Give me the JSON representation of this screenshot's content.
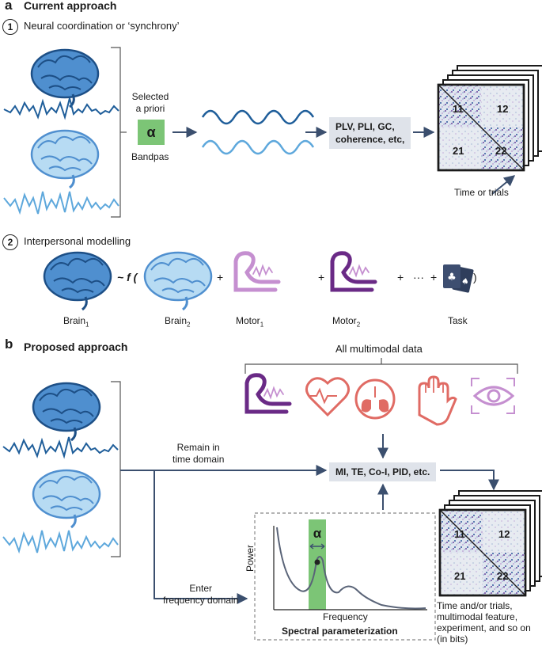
{
  "panel_a": {
    "letter": "a",
    "title": "Current approach",
    "step1": {
      "num": "1",
      "title": "Neural coordination or ‘synchrony’"
    },
    "selected_prior": "Selected\na priori",
    "alpha": "α",
    "bandpass": "Bandpas",
    "measures": "PLV, PLI, GC,\ncoherence, etc,",
    "matrix": {
      "q11": "11",
      "q12": "12",
      "q21": "21",
      "q22": "22"
    },
    "time_trials": "Time or trials",
    "step2": {
      "num": "2",
      "title": "Interpersonal modelling"
    },
    "formula": {
      "brain1": "Brain",
      "brain1_sub": "1",
      "f": "~ f (",
      "brain2": "Brain",
      "brain2_sub": "2",
      "motor1": "Motor",
      "motor1_sub": "1",
      "motor2": "Motor",
      "motor2_sub": "2",
      "task": "Task",
      "plus": "+",
      "dots": "···",
      "close": ")"
    }
  },
  "panel_b": {
    "letter": "b",
    "title": "Proposed approach",
    "all_multimodal": "All multimodal data",
    "remain": "Remain in\ntime domain",
    "measures": "MI, TE, Co-I, PID, etc.",
    "enter": "Enter\nfrequency domain",
    "alpha": "α",
    "power": "Power",
    "frequency": "Frequency",
    "spectral": "Spectral parameterization",
    "matrix": {
      "q11": "11",
      "q12": "12",
      "q21": "21",
      "q22": "22"
    },
    "caption": "Time and/or trials,\nmultimodal feature,\nexperiment, and so on\n(in bits)"
  },
  "colors": {
    "dark_blue": "#1f5e9a",
    "light_blue": "#8ec3e8",
    "arrow": "#3b4f6e",
    "green": "#7cc576",
    "purple": "#6a2a86",
    "light_purple": "#c58fd0",
    "red": "#e06b64",
    "grey_box": "#dfe3ea"
  }
}
